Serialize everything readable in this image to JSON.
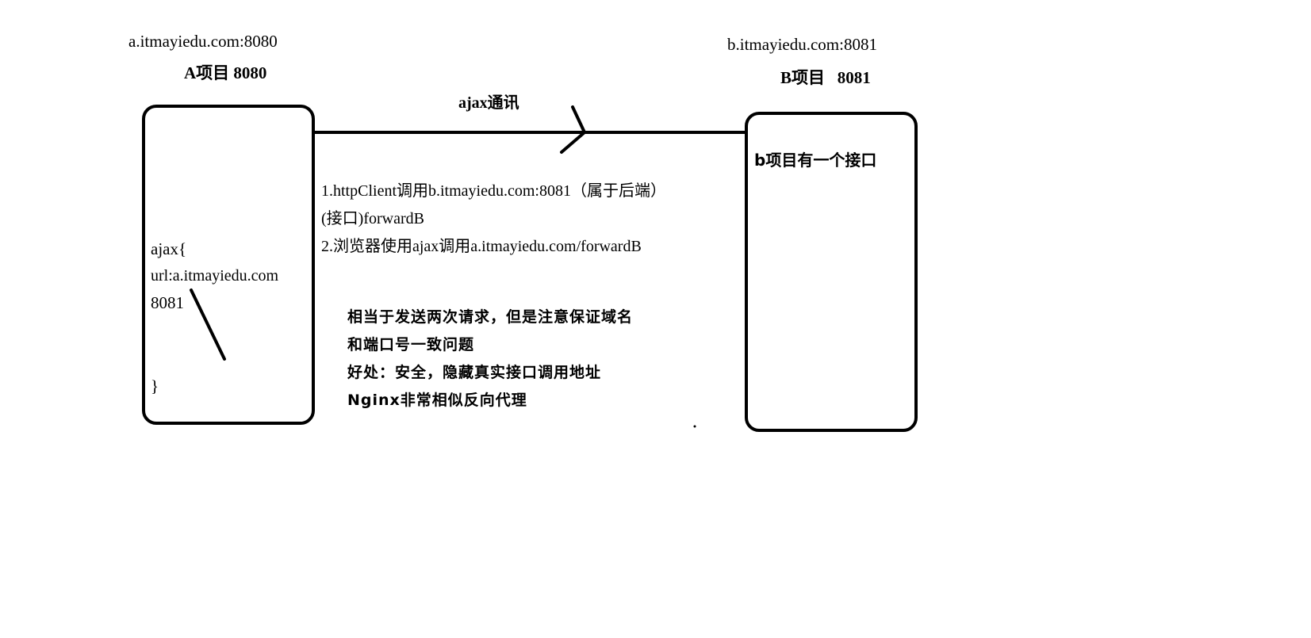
{
  "project_a": {
    "domain": "a.itmayiedu.com:8080",
    "title": "A项目 8080",
    "code": {
      "line1": "ajax{",
      "line2": "url:a.itmayiedu.com",
      "line3": "8081",
      "line4": "}"
    }
  },
  "project_b": {
    "domain": "b.itmayiedu.com:8081",
    "title": "B项目   8081",
    "note": "b项目有一个接口"
  },
  "arrow": {
    "label": "ajax通讯"
  },
  "steps": {
    "line1": "1.httpClient调用b.itmayiedu.com:8081（属于后端）",
    "line2": "(接口)forwardB",
    "line3": "2.浏览器使用ajax调用a.itmayiedu.com/forwardB"
  },
  "notes": {
    "line1": "相当于发送两次请求，但是注意保证域名",
    "line2": "和端口号一致问题",
    "line3": "好处：安全，隐藏真实接口调用地址",
    "line4": "Nginx非常相似反向代理"
  },
  "colors": {
    "stroke": "#000000",
    "background": "#ffffff"
  }
}
